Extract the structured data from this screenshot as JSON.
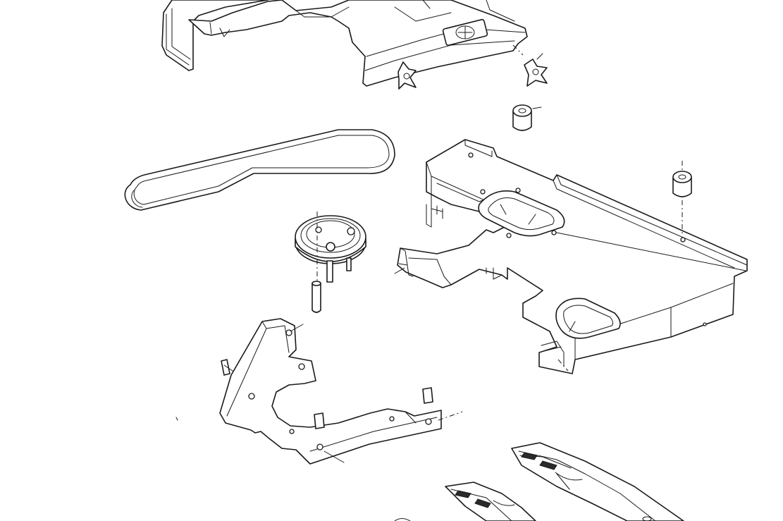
{
  "drawing": {
    "line_color": "#1a1a1a",
    "background": "#ffffff",
    "parts": [
      "deck-cover",
      "knob-left",
      "knob-right",
      "spacer-upper",
      "drive-belt",
      "pulley",
      "pulley-shaft",
      "mower-deck-housing",
      "spacer-right",
      "idler-bracket",
      "blade-right",
      "blade-left"
    ]
  }
}
